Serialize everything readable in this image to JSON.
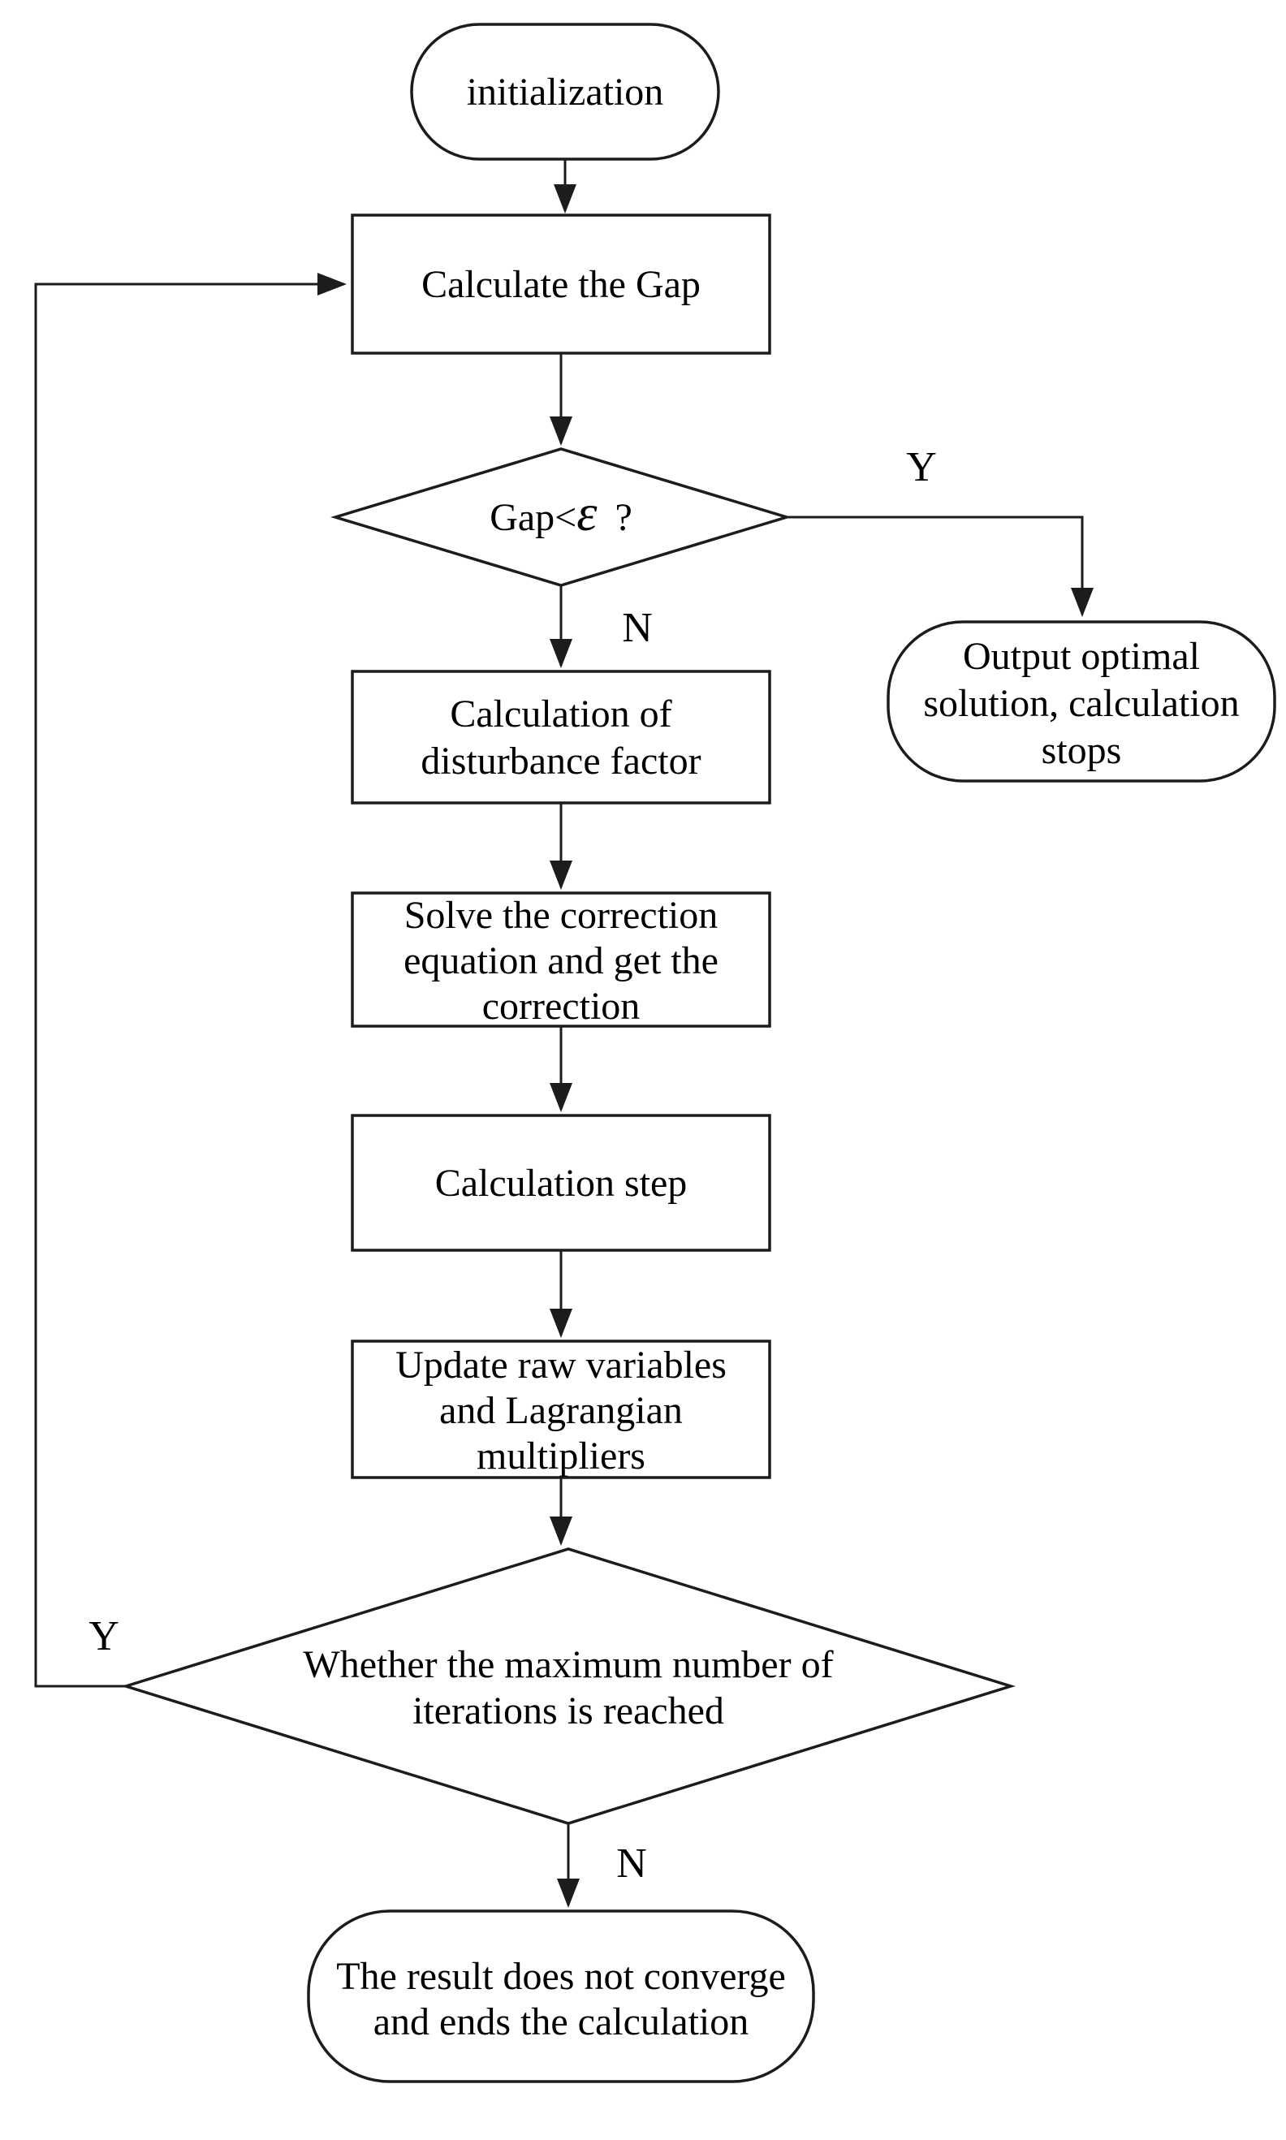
{
  "figure": {
    "type": "flowchart",
    "background_color": "#ffffff",
    "stroke_color": "#1c1c1c",
    "text_color": "#000000",
    "labels": {
      "yes": "Y",
      "no": "N"
    },
    "nodes": {
      "start": {
        "shape": "terminator",
        "text": "initialization"
      },
      "calc_gap": {
        "shape": "process",
        "text": "Calculate the Gap"
      },
      "decision_gap": {
        "shape": "decision",
        "text_prefix": "Gap<",
        "epsilon": "ε",
        "question_mark": "?"
      },
      "output_stop": {
        "shape": "terminator",
        "lines": [
          "Output optimal",
          "solution, calculation",
          "stops"
        ]
      },
      "disturbance": {
        "shape": "process",
        "lines": [
          "Calculation of",
          "disturbance factor"
        ]
      },
      "solve_correction": {
        "shape": "process",
        "lines": [
          "Solve the correction",
          "equation and get the",
          "correction"
        ]
      },
      "calculation_step": {
        "shape": "process",
        "text": "Calculation step"
      },
      "update_variables": {
        "shape": "process",
        "lines": [
          "Update raw variables",
          "and Lagrangian",
          "multipliers"
        ]
      },
      "decision_iterations": {
        "shape": "decision",
        "lines": [
          "Whether the maximum number of",
          "iterations is reached"
        ]
      },
      "end_no_converge": {
        "shape": "terminator",
        "lines": [
          "The result does not converge",
          "and ends the calculation"
        ]
      }
    }
  }
}
